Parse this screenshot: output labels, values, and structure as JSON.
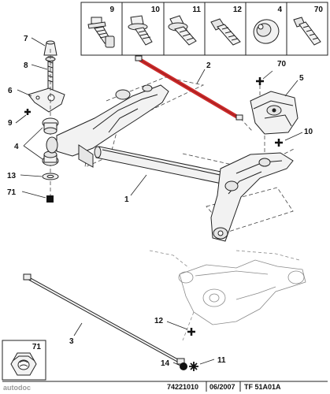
{
  "header_parts": [
    {
      "number": "9",
      "icon": "screw-with-washer-icon"
    },
    {
      "number": "10",
      "icon": "screw-with-flange-icon"
    },
    {
      "number": "11",
      "icon": "flanged-bolt-icon"
    },
    {
      "number": "12",
      "icon": "hex-bolt-icon"
    },
    {
      "number": "4",
      "icon": "rubber-bush-icon"
    },
    {
      "number": "70",
      "icon": "screw-icon"
    }
  ],
  "labels": {
    "l7": "7",
    "l8": "8",
    "l6": "6",
    "l9": "9",
    "l4": "4",
    "l13": "13",
    "l71": "71",
    "l2": "2",
    "l70": "70",
    "l5": "5",
    "l10": "10",
    "l1": "1",
    "l3": "3",
    "l12": "12",
    "l14": "14",
    "l11": "11"
  },
  "detail": {
    "number": "71",
    "icon": "hex-nut-icon"
  },
  "footer": {
    "code": "74221010",
    "date": "06/2007",
    "ref": "TF 51A01A",
    "watermark": "autodoc"
  },
  "colors": {
    "highlight_bar": "#cc2a2a",
    "ink": "#222222"
  }
}
